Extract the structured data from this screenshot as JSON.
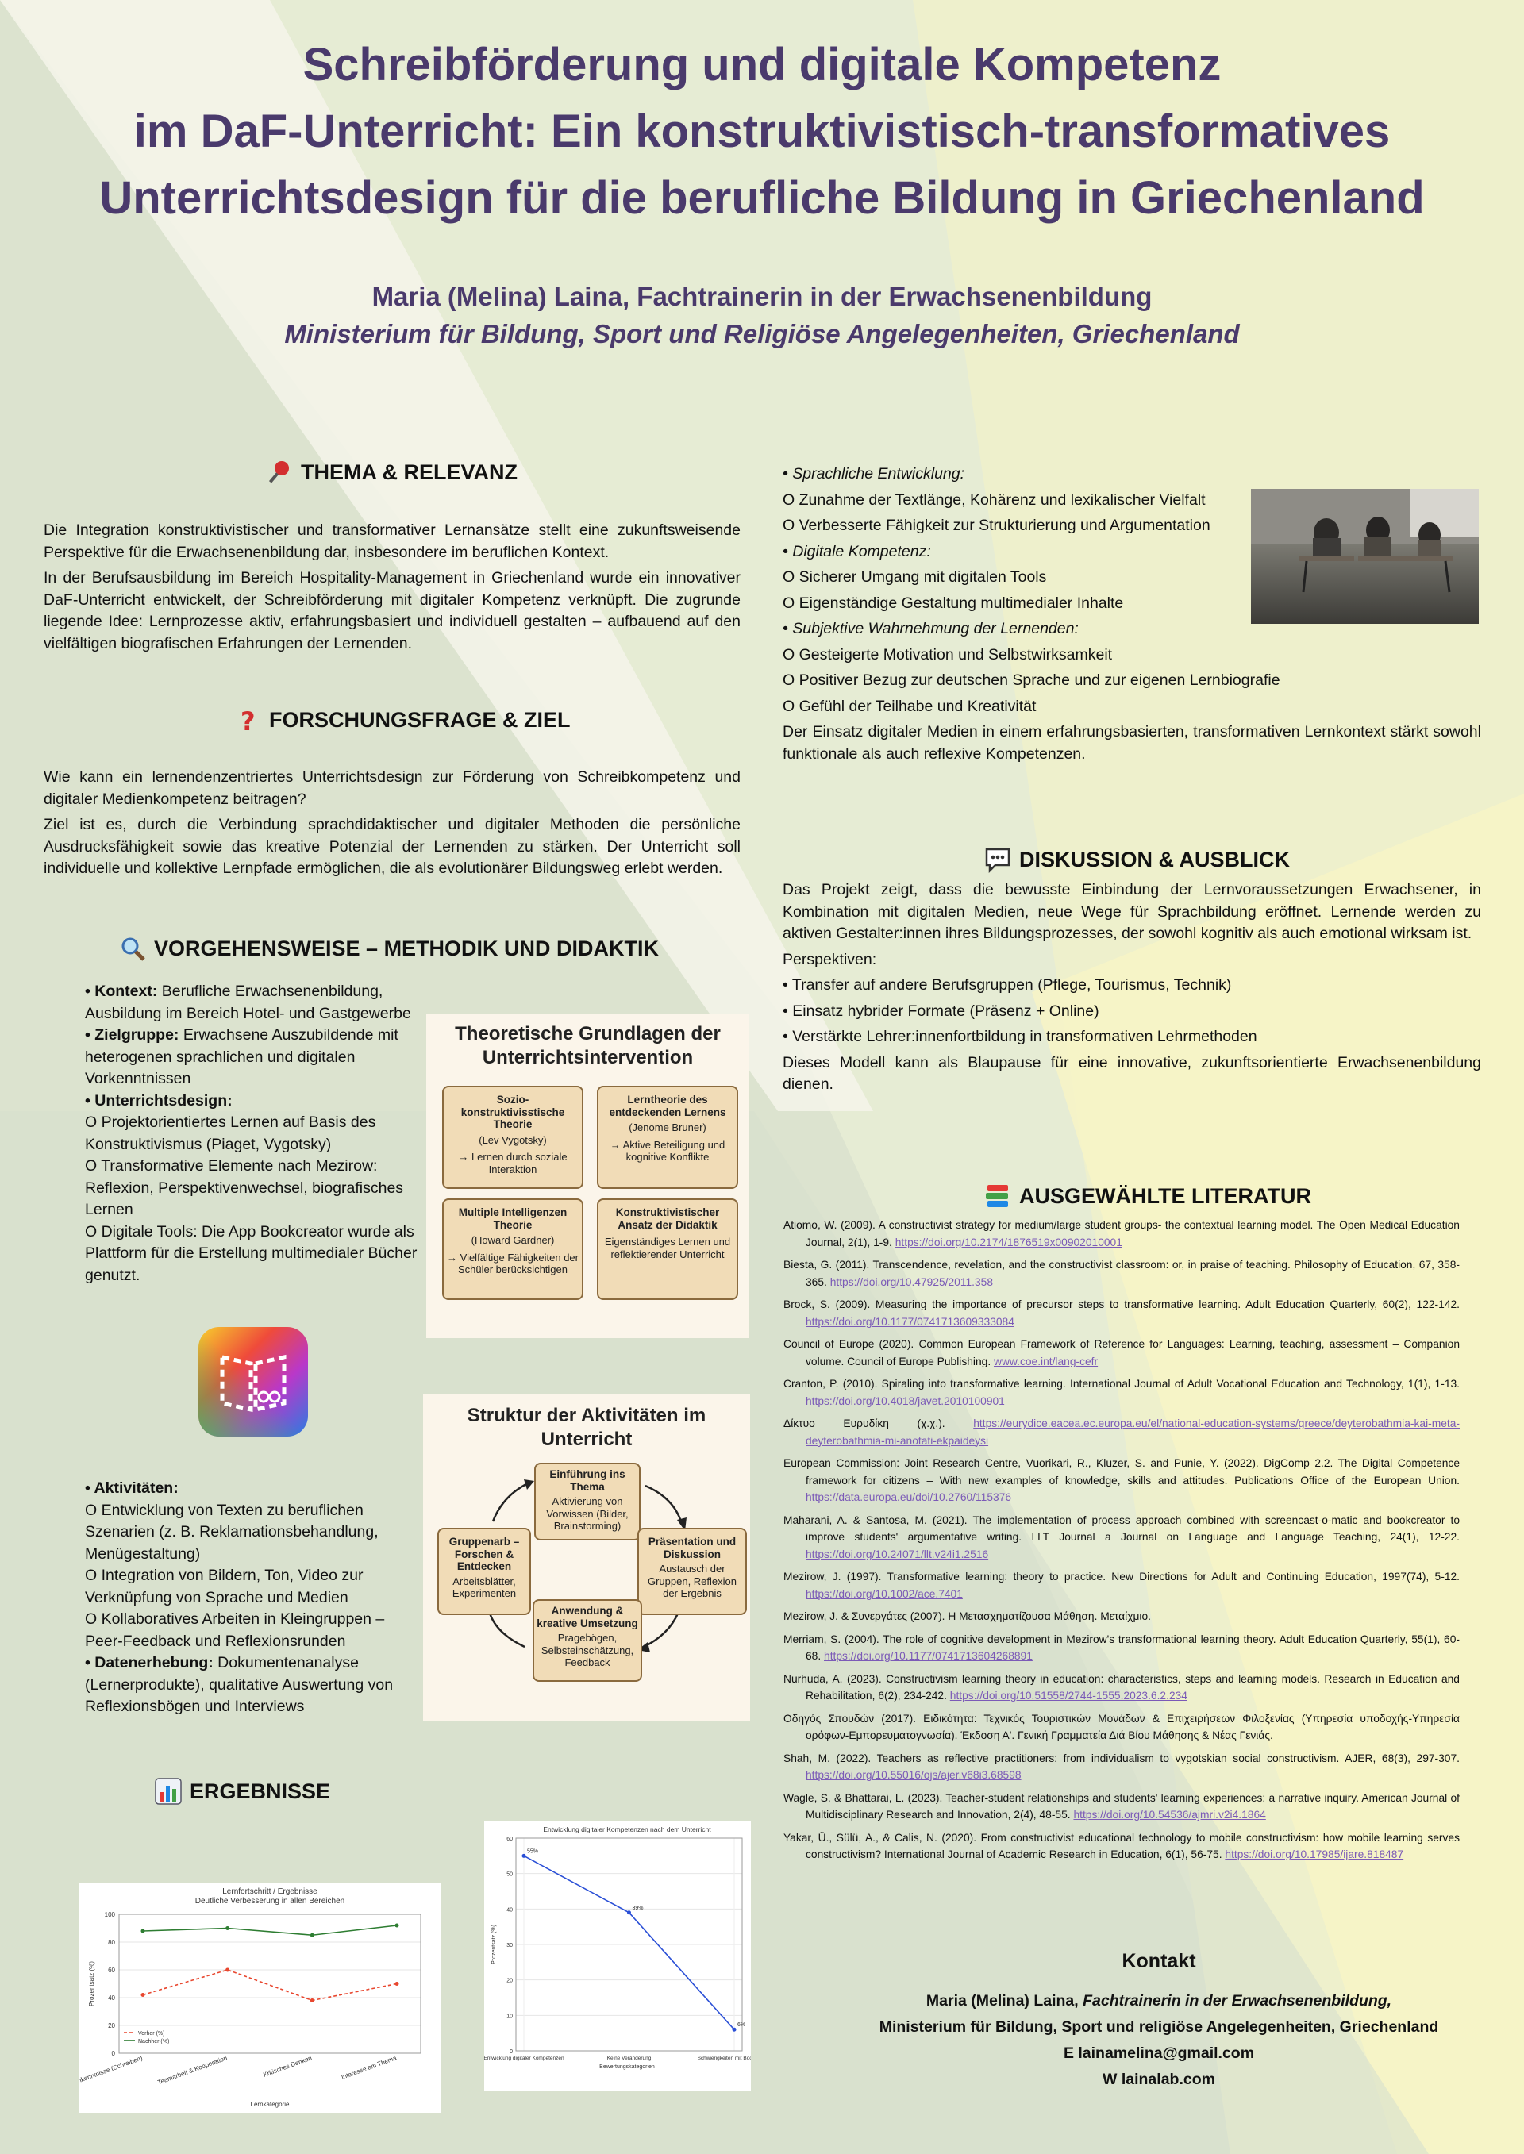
{
  "title": {
    "line1": "Schreibförderung und digitale Kompetenz",
    "line2": "im DaF-Unterricht: Ein konstruktivistisch-transformatives",
    "line3": "Unterrichtsdesign für die berufliche Bildung in Griechenland"
  },
  "author": "Maria (Melina) Laina, Fachtrainerin in der Erwachsenenbildung",
  "affiliation": "Ministerium für Bildung, Sport und Religiöse Angelegenheiten, Griechenland",
  "thema": {
    "heading": "THEMA & RELEVANZ",
    "p1": "Die Integration konstruktivistischer und transformativer Lernansätze stellt eine zukunftsweisende Perspektive für die Erwachsenenbildung dar, insbesondere im beruflichen Kontext.",
    "p2": "In der Berufsausbildung im Bereich Hospitality-Management in Griechenland wurde ein innovativer DaF-Unterricht entwickelt, der Schreibförderung mit digitaler Kompetenz verknüpft. Die zugrunde liegende Idee: Lernprozesse aktiv, erfahrungsbasiert und individuell gestalten – aufbauend auf den vielfältigen biografischen Erfahrungen der Lernenden."
  },
  "forschung": {
    "heading": "FORSCHUNGSFRAGE & ZIEL",
    "p1": "Wie kann ein lernendenzentriertes Unterrichtsdesign zur Förderung von Schreibkompetenz und digitaler Medienkompetenz beitragen?",
    "p2": "Ziel ist es, durch die Verbindung sprachdidaktischer und digitaler Methoden die persönliche Ausdrucksfähigkeit sowie das kreative Potenzial der Lernenden zu stärken. Der Unterricht soll individuelle und kollektive Lernpfade ermöglichen, die als evolutionärer Bildungsweg erlebt werden."
  },
  "methodik": {
    "heading": "VORGEHENSWEISE – METHODIK UND DIDAKTIK",
    "kontext_label": "• Kontext:",
    "kontext": " Berufliche Erwachsenenbildung, Ausbildung im Bereich Hotel- und Gastgewerbe",
    "zielgruppe_label": "• Zielgruppe:",
    "zielgruppe": " Erwachsene Auszubildende mit heterogenen sprachlichen und digitalen Vorkenntnissen",
    "design_label": "• Unterrichtsdesign:",
    "design1": "O Projektorientiertes Lernen auf Basis des Konstruktivismus (Piaget, Vygotsky)",
    "design2": "O Transformative Elemente nach Mezirow: Reflexion, Perspektivenwechsel, biografisches Lernen",
    "design3": "O Digitale Tools: Die App Bookcreator wurde als Plattform für die Erstellung multimedialer Bücher genutzt.",
    "akt_label": "• Aktivitäten:",
    "akt1": "O Entwicklung von Texten zu beruflichen Szenarien (z. B. Reklamationsbehandlung, Menügestaltung)",
    "akt2": "O Integration von Bildern, Ton, Video zur Verknüpfung von Sprache und Medien",
    "akt3": "O Kollaboratives Arbeiten in Kleingruppen – Peer-Feedback und Reflexionsrunden",
    "daten_label": "• Datenerhebung:",
    "daten": " Dokumentenanalyse (Lernerprodukte), qualitative Auswertung von Reflexionsbögen und Interviews"
  },
  "theorie": {
    "title": "Theoretische Grundlagen der Unterrichtsintervention",
    "b1_title": "Sozio-konstruktivisstische Theorie",
    "b1_author": "(Lev Vygotsky)",
    "b1_text": "→ Lernen durch soziale Interaktion",
    "b2_title": "Lerntheorie des entdeckenden Lernens",
    "b2_author": "(Jenome Bruner)",
    "b2_text": "→ Aktive Beteiligung und kognitive Konflikte",
    "b3_title": "Multiple Intelligenzen Theorie",
    "b3_author": "(Howard Gardner)",
    "b3_text": "→ Vielfältige Fähigkeiten der Schüler berücksichtigen",
    "b4_title": "Konstruktivistischer Ansatz der Didaktik",
    "b4_text": "Eigenständiges Lernen und reflektierender Unterricht"
  },
  "struktur": {
    "title": "Struktur der Aktivitäten im Unterricht",
    "s1_title": "Einführung ins Thema",
    "s1_text": "Aktivierung von Vorwissen (Bilder, Brainstorming)",
    "s2_title": "Präsentation und Diskussion",
    "s2_text": "Austausch der Gruppen, Reflexion der Ergebnis",
    "s3_title": "Anwendung & kreative Umsetzung",
    "s3_text": "Pragebögen, Selbsteinschätzung, Feedback",
    "s4_title": "Gruppenarb – Forschen & Entdecken",
    "s4_text": "Arbeitsblätter, Experimenten"
  },
  "ergebnisse": {
    "heading": "ERGEBNISSE",
    "e1_label": "• Sprachliche Entwicklung:",
    "e1a": "O Zunahme der Textlänge, Kohärenz und lexikalischer Vielfalt",
    "e1b": "O Verbesserte Fähigkeit zur Strukturierung und Argumentation",
    "e2_label": "• Digitale Kompetenz:",
    "e2a": "O Sicherer Umgang mit digitalen Tools",
    "e2b": "O Eigenständige Gestaltung multimedialer Inhalte",
    "e3_label": "• Subjektive Wahrnehmung der Lernenden:",
    "e3a": "O Gesteigerte Motivation und Selbstwirksamkeit",
    "e3b": "O Positiver Bezug zur deutschen Sprache und zur eigenen Lernbiografie",
    "e3c": "O Gefühl der Teilhabe und Kreativität",
    "summary": "Der Einsatz digitaler Medien in einem erfahrungsbasierten, transformativen Lernkontext stärkt sowohl funktionale als auch reflexive Kompetenzen."
  },
  "diskussion": {
    "heading": "DISKUSSION & AUSBLICK",
    "p1": "Das Projekt zeigt, dass die bewusste Einbindung der Lernvoraussetzungen Erwachsener, in Kombination mit digitalen Medien, neue Wege für Sprachbildung eröffnet. Lernende werden zu aktiven Gestalter:innen ihres Bildungsprozesses, der sowohl kognitiv als auch emotional wirksam ist.",
    "persp": "Perspektiven:",
    "l1": "• Transfer auf andere Berufsgruppen (Pflege, Tourismus, Technik)",
    "l2": "• Einsatz hybrider Formate (Präsenz + Online)",
    "l3": "• Verstärkte Lehrer:innenfortbildung in transformativen Lehrmethoden",
    "p2": "Dieses Modell kann als Blaupause für eine innovative, zukunftsorientierte Erwachsenenbildung dienen."
  },
  "literatur": {
    "heading": "AUSGEWÄHLTE LITERATUR",
    "refs": [
      {
        "text": "Atiomo, W. (2009). A constructivist strategy for medium/large student groups- the contextual learning model. The Open Medical Education Journal, 2(1), 1-9. ",
        "link": "https://doi.org/10.2174/1876519x00902010001"
      },
      {
        "text": "Biesta, G. (2011). Transcendence, revelation, and the constructivist classroom: or, in praise of teaching. Philosophy of Education, 67, 358-365. ",
        "link": "https://doi.org/10.47925/2011.358"
      },
      {
        "text": "Brock, S. (2009). Measuring the importance of precursor steps to transformative learning. Adult Education Quarterly, 60(2), 122-142. ",
        "link": "https://doi.org/10.1177/0741713609333084"
      },
      {
        "text": "Council of Europe (2020). Common European Framework of Reference for Languages: Learning, teaching, assessment – Companion volume. Council of Europe Publishing. ",
        "link": "www.coe.int/lang-cefr"
      },
      {
        "text": "Cranton, P. (2010). Spiraling into transformative learning. International Journal of Adult Vocational Education and Technology, 1(1), 1-13. ",
        "link": "https://doi.org/10.4018/javet.2010100901"
      },
      {
        "text": "Δίκτυο Ευρυδίκη (χ.χ.). ",
        "link": "https://eurydice.eacea.ec.europa.eu/el/national-education-systems/greece/deyterobathmia-kai-meta-deyterobathmia-mi-anotati-ekpaideysi"
      },
      {
        "text": "European Commission: Joint Research Centre, Vuorikari, R., Kluzer, S. and Punie, Y. (2022). DigComp 2.2. The Digital Competence framework for citizens – With new examples of knowledge, skills and attitudes. Publications Office of the European Union. ",
        "link": "https://data.europa.eu/doi/10.2760/115376"
      },
      {
        "text": "Maharani, A. & Santosa, M. (2021). The implementation of process approach combined with screencast-o-matic and bookcreator to improve students' argumentative writing. LLT Journal a Journal on Language and Language Teaching, 24(1), 12-22. ",
        "link": "https://doi.org/10.24071/llt.v24i1.2516"
      },
      {
        "text": "Mezirow, J. (1997). Transformative learning: theory to practice. New Directions for Adult and Continuing Education, 1997(74), 5-12. ",
        "link": "https://doi.org/10.1002/ace.7401"
      },
      {
        "text": "Mezirow, J. & Συνεργάτες (2007). Η Μετασχηματίζουσα Μάθηση. Μεταίχμιο.",
        "link": ""
      },
      {
        "text": "Merriam, S. (2004). The role of cognitive development in Mezirow's transformational learning theory. Adult Education Quarterly, 55(1), 60-68. ",
        "link": "https://doi.org/10.1177/0741713604268891"
      },
      {
        "text": "Nurhuda, A. (2023). Constructivism learning theory in education: characteristics, steps and learning models. Research in Education and Rehabilitation, 6(2), 234-242. ",
        "link": "https://doi.org/10.51558/2744-1555.2023.6.2.234"
      },
      {
        "text": "Οδηγός Σπουδών (2017). Ειδικότητα: Τεχνικός Τουριστικών Μονάδων & Επιχειρήσεων Φιλοξενίας (Υπηρεσία υποδοχής-Υπηρεσία ορόφων-Εμπορευματογνωσία). Έκδοση Α'. Γενική Γραμματεία Διά Βίου Μάθησης & Νέας Γενιάς.",
        "link": ""
      },
      {
        "text": "Shah, M. (2022). Teachers as reflective practitioners: from individualism to vygotskian social constructivism. AJER, 68(3), 297-307. ",
        "link": "https://doi.org/10.55016/ojs/ajer.v68i3.68598"
      },
      {
        "text": "Wagle, S. & Bhattarai, L. (2023). Teacher-student relationships and students' learning experiences: a narrative inquiry. American Journal of Multidisciplinary Research and Innovation, 2(4), 48-55. ",
        "link": "https://doi.org/10.54536/ajmri.v2i4.1864"
      },
      {
        "text": "Yakar, Ü., Sülü, A., & Calis, N. (2020). From constructivist educational technology to mobile constructivism: how mobile learning serves constructivism? International Journal of Academic Research in Education, 6(1), 56-75. ",
        "link": "https://doi.org/10.17985/ijare.818487"
      }
    ]
  },
  "kontakt": {
    "heading": "Kontakt",
    "line1a": "Maria (Melina) Laina, ",
    "line1b": "Fachtrainerin in der Erwachsenenbildung,",
    "line2": "Ministerium für Bildung, Sport und religiöse Angelegenheiten, Griechenland",
    "line3": "E lainamelina@gmail.com",
    "line4": "W   lainalab.com"
  },
  "chart_data": [
    {
      "type": "line",
      "title": "Lernfortschritt / Ergebnisse",
      "subtitle": "Deutliche Verbesserung in allen Bereichen",
      "xlabel": "Lernkategorie",
      "ylabel": "Prozentsatz (%)",
      "categories": [
        "Deutschkenntnisse (Schreiben)",
        "Teamarbeit & Kooperation",
        "Kritisches Denken",
        "Interesse am Thema"
      ],
      "series": [
        {
          "name": "Vorher (%)",
          "values": [
            42,
            60,
            38,
            50
          ],
          "color": "#e8472f"
        },
        {
          "name": "Nachher (%)",
          "values": [
            88,
            90,
            85,
            92
          ],
          "color": "#2e7d32"
        }
      ],
      "ylim": [
        0,
        100
      ],
      "yticks": [
        0,
        20,
        40,
        60,
        80,
        100
      ],
      "grid": true,
      "legend": "bottom-left"
    },
    {
      "type": "line",
      "title": "Entwicklung digitaler Kompetenzen nach dem Unterricht",
      "xlabel": "Bewertungskategorien",
      "ylabel": "Prozentsatz (%)",
      "categories": [
        "Entwicklung digitaler Kompetenzen",
        "Keine Veränderung",
        "Schwierigkeiten mit Bookcreator"
      ],
      "series": [
        {
          "name": "",
          "values": [
            55,
            39,
            6
          ],
          "color": "#2a4fd6"
        }
      ],
      "point_labels": [
        "55%",
        "39%",
        "6%"
      ],
      "ylim": [
        0,
        60
      ],
      "yticks": [
        0,
        10,
        20,
        30,
        40,
        50,
        60
      ],
      "grid": true
    }
  ],
  "colors": {
    "title": "#4a3a6c",
    "link": "#7b5ab7",
    "box": "#f1dcb7"
  }
}
